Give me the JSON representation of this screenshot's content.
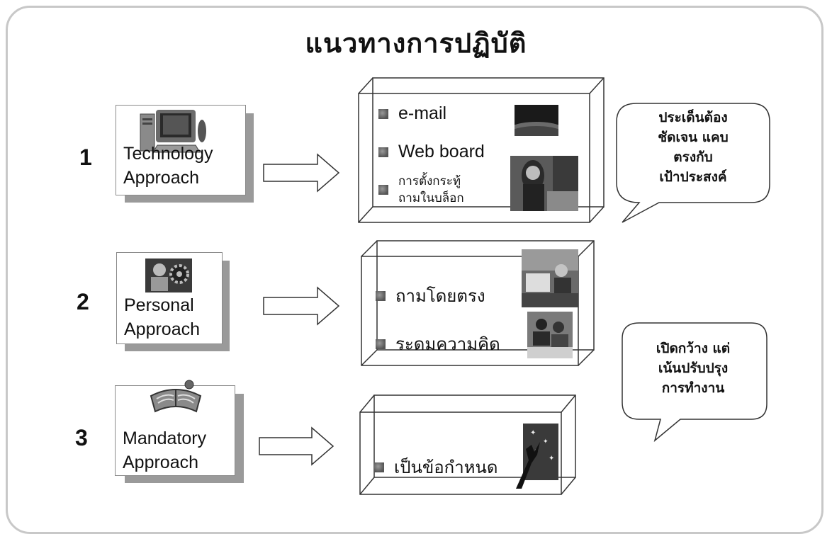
{
  "title": "แนวทางการปฏิบัติ",
  "approaches": [
    {
      "number": "1",
      "line1": "Technology",
      "line2": "Approach",
      "icon": "computer-icon",
      "items": [
        "e-mail",
        "Web board",
        "การตั้งกระทู้",
        "ถามในบล็อก"
      ]
    },
    {
      "number": "2",
      "line1": "Personal",
      "line2": "Approach",
      "icon": "people-gears-icon",
      "items": [
        "ถามโดยตรง",
        "ระดมความคิด"
      ]
    },
    {
      "number": "3",
      "line1": "Mandatory",
      "line2": "Approach",
      "icon": "book-icon",
      "items": [
        "เป็นข้อกำหนด"
      ]
    }
  ],
  "callouts": [
    {
      "lines": [
        "ประเด็นต้อง",
        "ชัดเจน แคบ",
        "ตรงกับ",
        "เป้าประสงค์"
      ]
    },
    {
      "lines": [
        "เปิดกว้าง แต่",
        "เน้นปรับปรุง",
        "การทำงาน"
      ]
    }
  ],
  "colors": {
    "border": "#c8c8c8",
    "shadow": "#9a9a9a",
    "text": "#111111"
  }
}
